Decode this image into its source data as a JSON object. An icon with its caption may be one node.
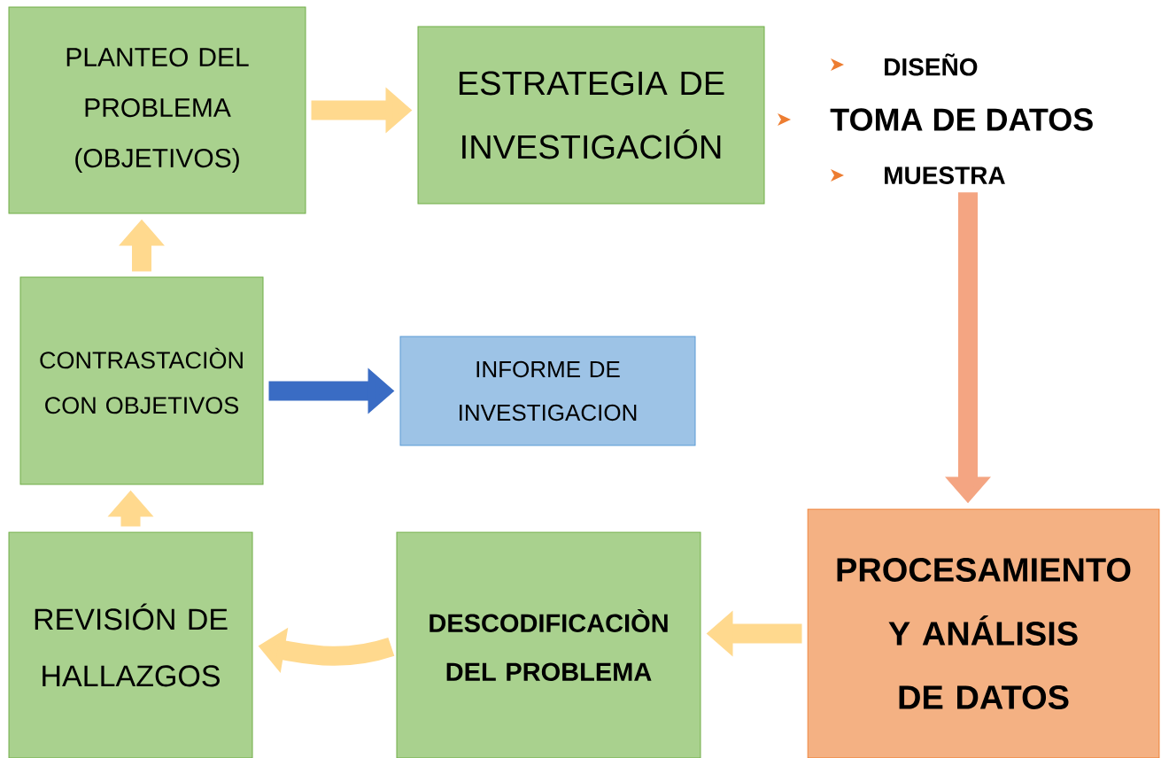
{
  "diagram": {
    "nodes": [
      {
        "text": [
          "PLANTEO DEL PROBLEMA (OBJETIVOS)"
        ]
      },
      {
        "text": [
          "ESTRATEGIA DE INVESTIGACIÓN"
        ]
      },
      {
        "text": [
          "DISEÑO",
          "TOMA DE DATOS",
          "MUESTRA"
        ]
      },
      {
        "text": [
          "CONTRASTACIÒN CON OBJETIVOS"
        ]
      },
      {
        "text": [
          "INFORME DE INVESTIGACION"
        ]
      },
      {
        "text": [
          "PROCESAMIENTO Y ANÁLISIS DE DATOS"
        ]
      },
      {
        "text": [
          "DESCODIFICACIÒN DEL PROBLEMA"
        ]
      },
      {
        "text": [
          "REVISIÓN DE HALLAZGOS"
        ]
      }
    ],
    "edges": [
      {
        "from": 0,
        "to": 1,
        "arrow": "to"
      },
      {
        "from": 2,
        "to": 5,
        "arrow": "to",
        "color": "#f4a582"
      },
      {
        "from": 5,
        "to": 6,
        "arrow": "to"
      },
      {
        "from": 6,
        "to": 7,
        "arrow": "to"
      },
      {
        "from": 7,
        "to": 3,
        "arrow": "to"
      },
      {
        "from": 3,
        "to": 0,
        "arrow": "to"
      },
      {
        "from": 3,
        "to": 4,
        "arrow": "to",
        "color": "#3a6cc4"
      }
    ]
  }
}
